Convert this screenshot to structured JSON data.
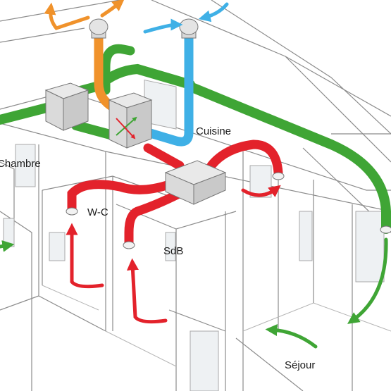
{
  "labels": {
    "chambre": "Chambre",
    "cuisine": "Cuisine",
    "wc": "W-C",
    "sdb": "SdB",
    "sejour": "Séjour"
  },
  "colors": {
    "fresh_air": "#3fa535",
    "extract_air": "#e3222b",
    "exhaust_air": "#f0922b",
    "intake_air": "#3fb0e6",
    "walls": "#8c8c8c",
    "unit": "#d4d4d4"
  }
}
